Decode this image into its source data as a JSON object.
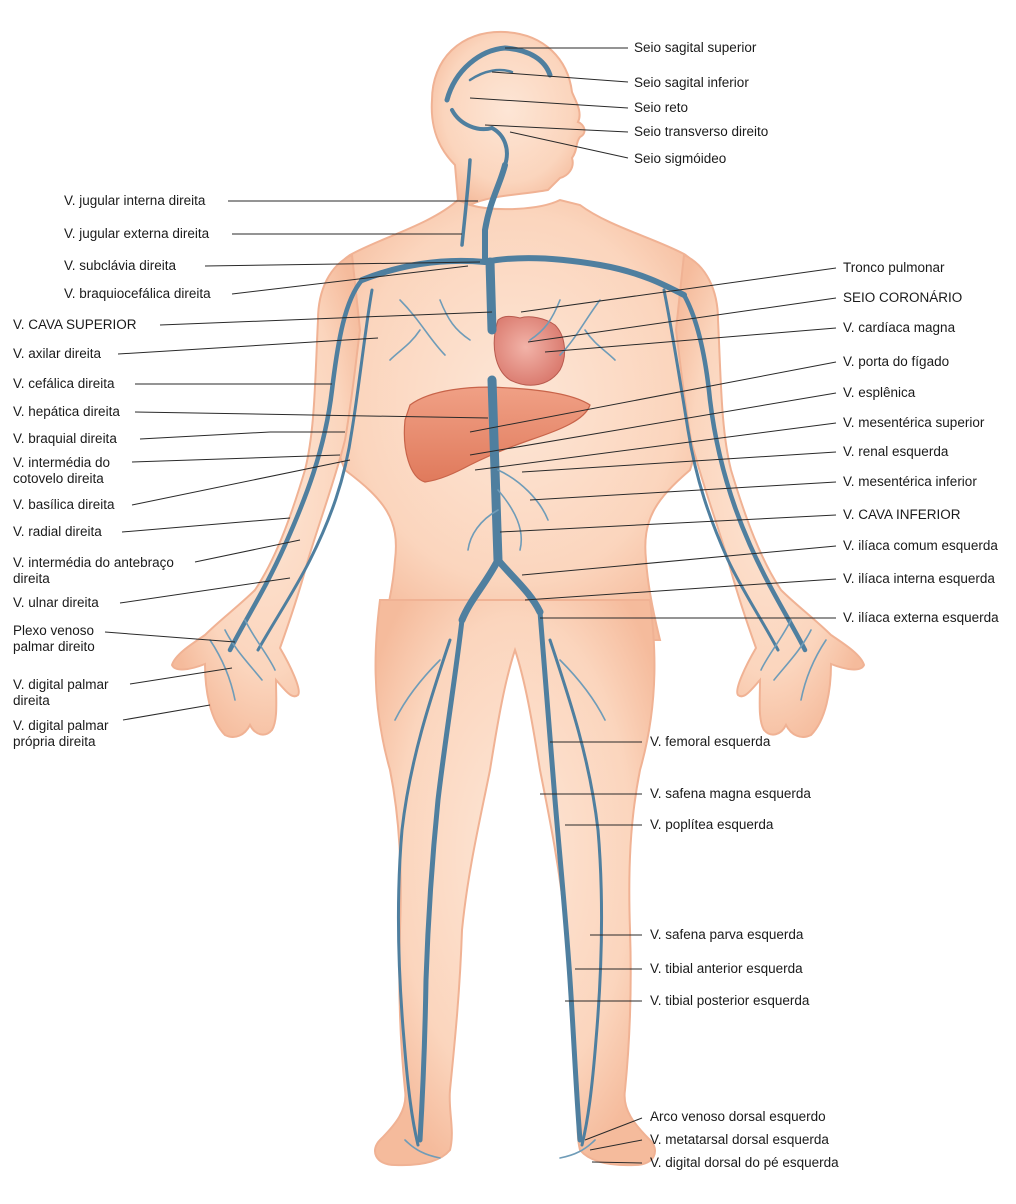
{
  "labels_right": {
    "seio_sagital_superior": "Seio sagital superior",
    "seio_sagital_inferior": "Seio sagital inferior",
    "seio_reto": "Seio reto",
    "seio_transverso_direito": "Seio transverso direito",
    "seio_sigmoideo": "Seio sigmóideo",
    "tronco_pulmonar": "Tronco pulmonar",
    "seio_coronario": "SEIO CORONÁRIO",
    "cardiaca_magna": "V. cardíaca magna",
    "porta_figado": "V. porta do fígado",
    "esplenica": "V. esplênica",
    "mesenterica_superior": "V. mesentérica superior",
    "renal_esquerda": "V. renal esquerda",
    "mesenterica_inferior": "V. mesentérica inferior",
    "cava_inferior": "V. CAVA INFERIOR",
    "iliaca_comum": "V. ilíaca comum esquerda",
    "iliaca_interna": "V. ilíaca interna esquerda",
    "iliaca_externa": "V. ilíaca externa esquerda",
    "femoral": "V. femoral esquerda",
    "safena_magna": "V. safena magna esquerda",
    "poplitea": "V. poplítea esquerda",
    "safena_parva": "V. safena parva esquerda",
    "tibial_anterior": "V. tibial anterior esquerda",
    "tibial_posterior": "V. tibial posterior esquerda",
    "arco_venoso": "Arco venoso dorsal esquerdo",
    "metatarsal": "V. metatarsal dorsal esquerda",
    "digital_pe": "V. digital dorsal do pé esquerda"
  },
  "labels_left": {
    "jugular_interna": "V. jugular interna direita",
    "jugular_externa": "V. jugular externa direita",
    "subclavia": "V. subclávia direita",
    "braquiocefalica": "V. braquiocefálica direita",
    "cava_superior": "V. CAVA SUPERIOR",
    "axilar": "V. axilar direita",
    "cefalica": "V. cefálica direita",
    "hepatica": "V. hepática direita",
    "braquial": "V. braquial direita",
    "intermedia_cotovelo": "V. intermédia do\ncotovelo direita",
    "basilica": "V. basílica direita",
    "radial": "V. radial direita",
    "intermedia_antebraco": "V. intermédia do antebraço\ndireita",
    "ulnar": "V. ulnar direita",
    "plexo_palmar": "Plexo venoso\npalmar direito",
    "digital_palmar": "V. digital palmar\ndireita",
    "digital_palmar_propria": "V. digital palmar\nprópria direita"
  },
  "colors": {
    "skin_fill": "#fbd9c4",
    "skin_edge": "#f2b497",
    "vein_blue": "#4f7f9f",
    "liver": "#e98a6e",
    "heart": "#e6938a",
    "leader_line": "#2a2a2a",
    "text": "#1a1a1a"
  }
}
